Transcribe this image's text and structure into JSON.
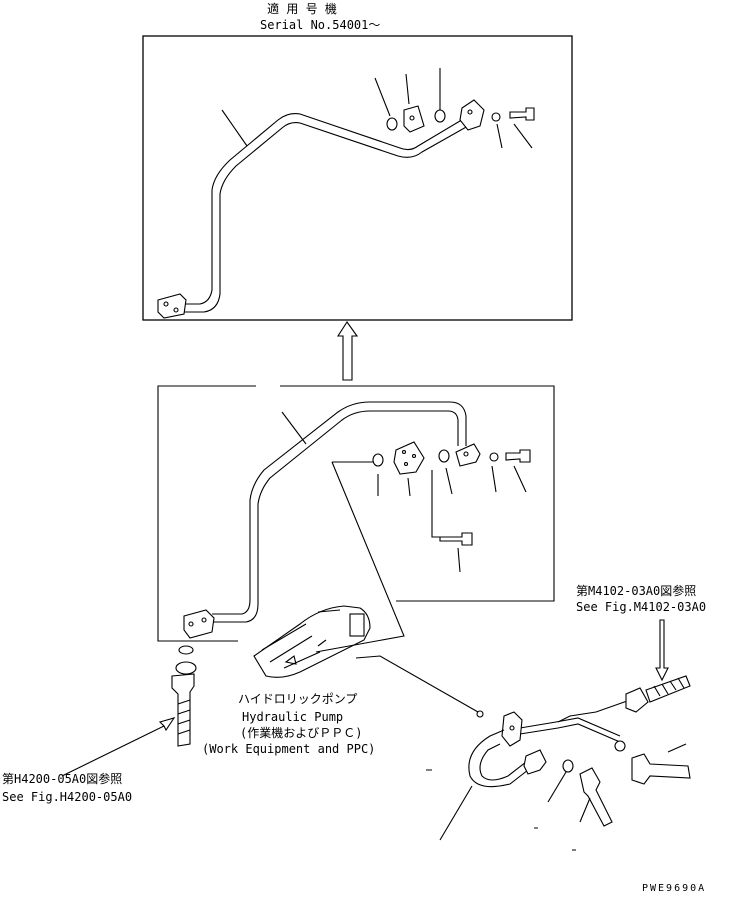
{
  "top_header": {
    "applicable_jp": "適 用 号 機",
    "serial": "Serial No.54001～"
  },
  "ref_right": {
    "jp": "第M4102-03A0図参照",
    "en": "See Fig.M4102-03A0"
  },
  "ref_left": {
    "jp": "第H4200-05A0図参照",
    "en": "See Fig.H4200-05A0"
  },
  "pump": {
    "jp": "ハイドロリックポンプ",
    "en": "Hydraulic Pump",
    "jp_note": "(作業機およびＰＰＣ)",
    "en_note": "(Work Equipment and PPC)"
  },
  "drawing_code": "PWE9690A"
}
